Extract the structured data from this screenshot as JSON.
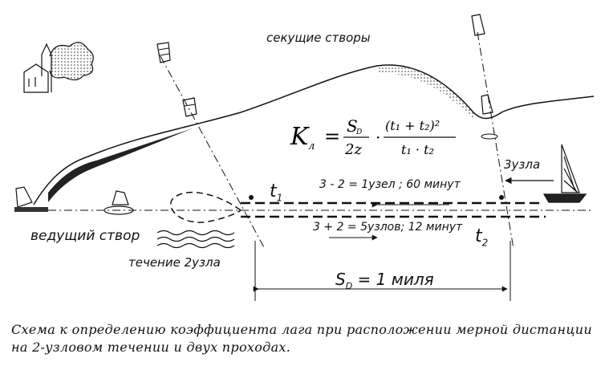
{
  "labels": {
    "cutting_ranges": "секущие створы",
    "leading_range": "ведущий створ",
    "current": "течение 2узла",
    "boat_speed": "3узла",
    "t1": "t",
    "t1_sub": "1",
    "t2": "t",
    "t2_sub": "2",
    "pass1": "3 - 2 = 1узел ;  60 минут",
    "pass2": "3 + 2 = 5узлов; 12 минут",
    "distance": "S",
    "distance_sub": "D",
    "distance_rest": "= 1 миля"
  },
  "formula": {
    "lhs": "K",
    "lhs_sub": "л",
    "eq": "=",
    "num1": "S",
    "num1_sub": "D",
    "den1": "2z",
    "dot": "·",
    "num2": "(t₁ + t₂)²",
    "den2": "t₁ · t₂"
  },
  "caption": "Схема к определению коэффициента лага при расположении мерной дистанции на 2-узловом течении и двух проходах."
}
